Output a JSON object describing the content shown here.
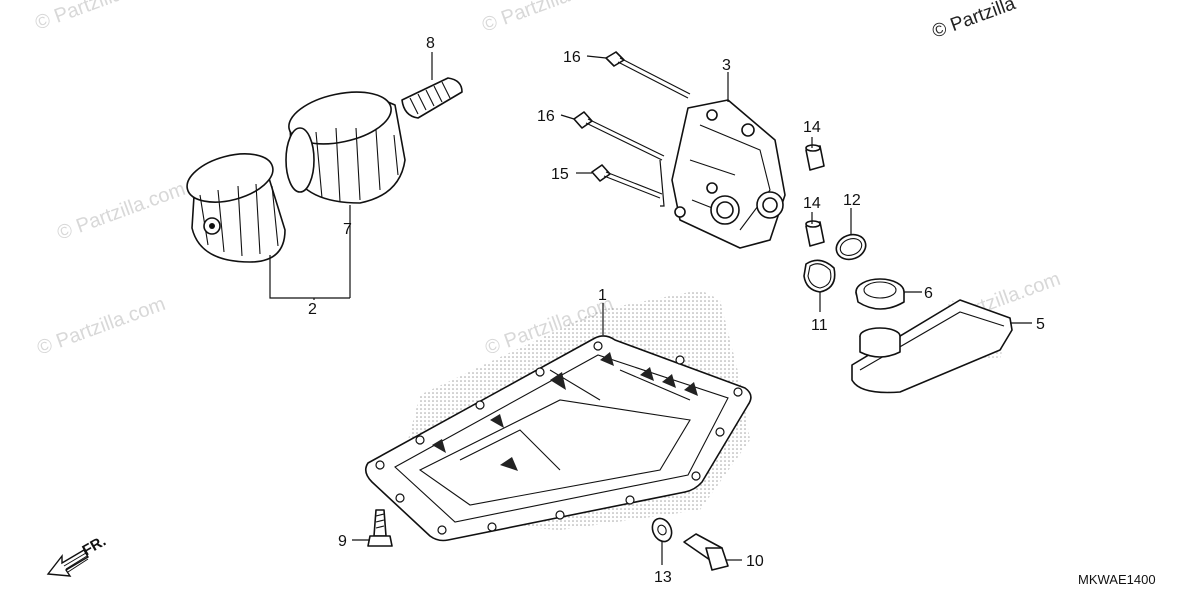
{
  "watermarks": [
    "© Partzilla.com",
    "© Partzilla.com",
    "© Partzilla.com",
    "© Partzilla.com",
    "© Partzilla.com",
    "© Partzilla.com"
  ],
  "watermark_top": "© Partzilla",
  "direction_label": "FR.",
  "diagram_code": "MKWAE1400",
  "callouts": {
    "c1": "1",
    "c2": "2",
    "c3": "3",
    "c5": "5",
    "c6": "6",
    "c7": "7",
    "c8": "8",
    "c9": "9",
    "c10": "10",
    "c11": "11",
    "c12": "12",
    "c13": "13",
    "c14a": "14",
    "c14b": "14",
    "c15": "15",
    "c16a": "16",
    "c16b": "16"
  }
}
